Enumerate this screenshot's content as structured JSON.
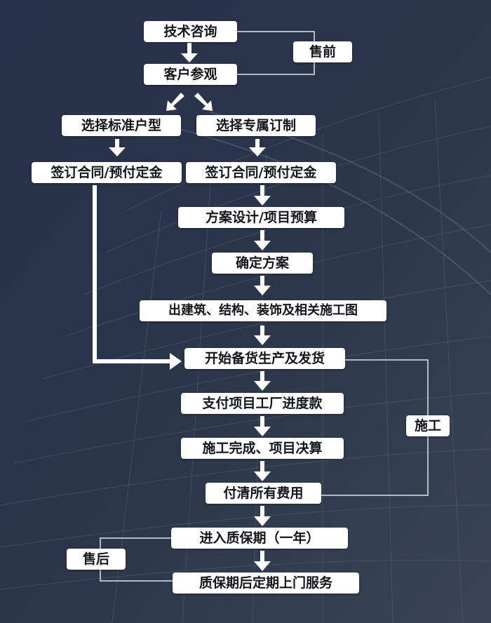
{
  "steps": {
    "consult": "技术咨询",
    "visit": "客户参观",
    "standard": "选择标准户型",
    "custom": "选择专属订制",
    "sign_left": "签订合同/预付定金",
    "sign_right": "签订合同/预付定金",
    "design": "方案设计/项目预算",
    "confirm": "确定方案",
    "drawings": "出建筑、结构、装饰及相关施工图",
    "production": "开始备货生产及发货",
    "payment": "支付项目工厂进度款",
    "complete": "施工完成、项目决算",
    "settle": "付清所有费用",
    "warranty": "进入质保期（一年）",
    "service": "质保期后定期上门服务"
  },
  "phases": {
    "presale": "售前",
    "construction": "施工",
    "aftersale": "售后"
  },
  "colors": {
    "background": "#2a3446",
    "box": "#ffffff",
    "arrow": "#ffffff",
    "bracket": "#dfe4ec",
    "text": "#14161c"
  }
}
